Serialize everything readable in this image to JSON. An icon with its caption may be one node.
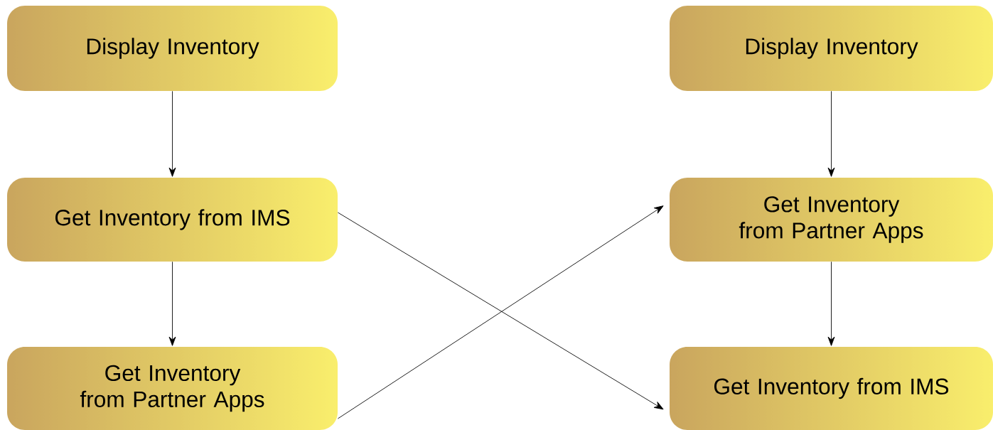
{
  "diagram": {
    "nodes": [
      {
        "text": [
          "Display Inventory"
        ]
      },
      {
        "text": [
          "Get Inventory from IMS"
        ]
      },
      {
        "text": [
          "Get Inventory from Partner Apps"
        ]
      },
      {
        "text": [
          "Display Inventory"
        ]
      },
      {
        "text": [
          "Get Inventory from Partner Apps"
        ]
      },
      {
        "text": [
          "Get Inventory from IMS"
        ]
      }
    ],
    "edges": [
      {
        "from": 0,
        "to": 1,
        "arrow": "to"
      },
      {
        "from": 1,
        "to": 2,
        "arrow": "to"
      },
      {
        "from": 3,
        "to": 4,
        "arrow": "to"
      },
      {
        "from": 4,
        "to": 5,
        "arrow": "to"
      },
      {
        "from": 1,
        "to": 5,
        "arrow": "to"
      },
      {
        "from": 2,
        "to": 4,
        "arrow": "to"
      }
    ]
  }
}
